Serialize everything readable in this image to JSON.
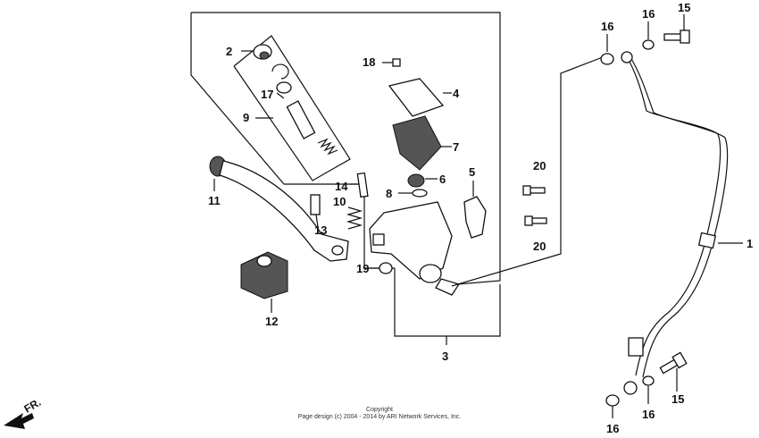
{
  "callouts": [
    {
      "id": "c2",
      "label": "2"
    },
    {
      "id": "c17",
      "label": "17"
    },
    {
      "id": "c9",
      "label": "9"
    },
    {
      "id": "c11",
      "label": "11"
    },
    {
      "id": "c12",
      "label": "12"
    },
    {
      "id": "c13",
      "label": "13"
    },
    {
      "id": "c14",
      "label": "14"
    },
    {
      "id": "c10",
      "label": "10"
    },
    {
      "id": "c18",
      "label": "18"
    },
    {
      "id": "c4",
      "label": "4"
    },
    {
      "id": "c7",
      "label": "7"
    },
    {
      "id": "c6",
      "label": "6"
    },
    {
      "id": "c8",
      "label": "8"
    },
    {
      "id": "c5",
      "label": "5"
    },
    {
      "id": "c19",
      "label": "19"
    },
    {
      "id": "c3",
      "label": "3"
    },
    {
      "id": "c20a",
      "label": "20"
    },
    {
      "id": "c20b",
      "label": "20"
    },
    {
      "id": "c16a",
      "label": "16"
    },
    {
      "id": "c16b",
      "label": "16"
    },
    {
      "id": "c15a",
      "label": "15"
    },
    {
      "id": "c1",
      "label": "1"
    },
    {
      "id": "c15b",
      "label": "15"
    },
    {
      "id": "c16c",
      "label": "16"
    },
    {
      "id": "c16d",
      "label": "16"
    }
  ],
  "direction_label": "FR.",
  "copyright_line1": "Copyright",
  "copyright_line2": "Page design (c) 2004 - 2014 by ARI Network Services, Inc."
}
